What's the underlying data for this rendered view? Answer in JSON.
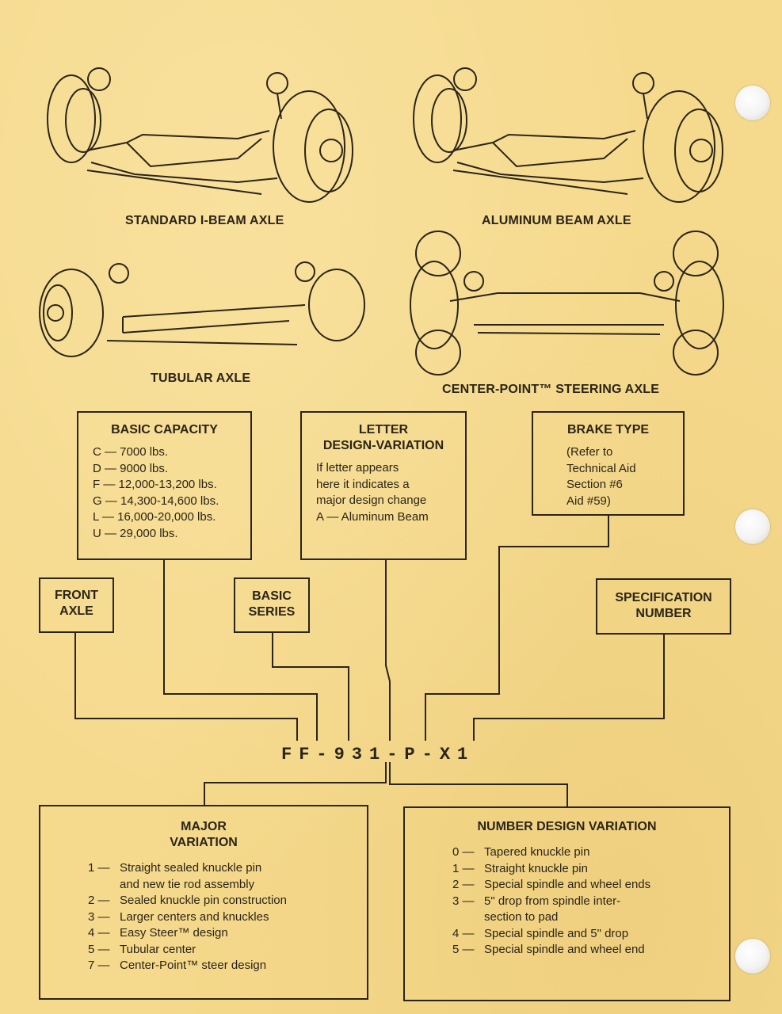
{
  "illustrations": {
    "standard": "STANDARD I-BEAM AXLE",
    "aluminum": "ALUMINUM BEAM AXLE",
    "tubular": "TUBULAR AXLE",
    "centerpoint": "CENTER-POINT™ STEERING AXLE"
  },
  "basic_capacity": {
    "title": "BASIC CAPACITY",
    "items": [
      "C — 7000 lbs.",
      "D — 9000 lbs.",
      "F — 12,000-13,200 lbs.",
      "G — 14,300-14,600 lbs.",
      "L — 16,000-20,000 lbs.",
      "U — 29,000 lbs."
    ]
  },
  "letter_design": {
    "title_line1": "LETTER",
    "title_line2": "DESIGN-VARIATION",
    "lines": [
      "If letter appears",
      "here it indicates a",
      "major design change",
      "A — Aluminum Beam"
    ]
  },
  "brake_type": {
    "title": "BRAKE TYPE",
    "lines": [
      "(Refer to",
      "Technical Aid",
      "Section #6",
      "Aid #59)"
    ]
  },
  "front_axle": {
    "line1": "FRONT",
    "line2": "AXLE"
  },
  "basic_series": {
    "line1": "BASIC",
    "line2": "SERIES"
  },
  "spec_number": {
    "line1": "SPECIFICATION",
    "line2": "NUMBER"
  },
  "code": "FF-931-P-X1",
  "major_variation": {
    "title_line1": "MAJOR",
    "title_line2": "VARIATION",
    "items": [
      {
        "num": "1 —",
        "text": "Straight sealed knuckle pin",
        "cont": "and new tie rod assembly"
      },
      {
        "num": "2 —",
        "text": "Sealed knuckle pin construction"
      },
      {
        "num": "3 —",
        "text": "Larger centers and knuckles"
      },
      {
        "num": "4 —",
        "text": "Easy Steer™ design"
      },
      {
        "num": "5 —",
        "text": "Tubular center"
      },
      {
        "num": "7 —",
        "text": "Center-Point™ steer design"
      }
    ]
  },
  "number_design": {
    "title": "NUMBER DESIGN VARIATION",
    "items": [
      {
        "num": "0 —",
        "text": "Tapered knuckle pin"
      },
      {
        "num": "1 —",
        "text": "Straight knuckle pin"
      },
      {
        "num": "2 —",
        "text": "Special spindle and wheel ends"
      },
      {
        "num": "3 —",
        "text": "5\" drop from spindle inter-",
        "cont": "section to pad"
      },
      {
        "num": "4 —",
        "text": "Special spindle and 5\" drop"
      },
      {
        "num": "5 —",
        "text": "Special spindle and wheel end"
      }
    ]
  }
}
